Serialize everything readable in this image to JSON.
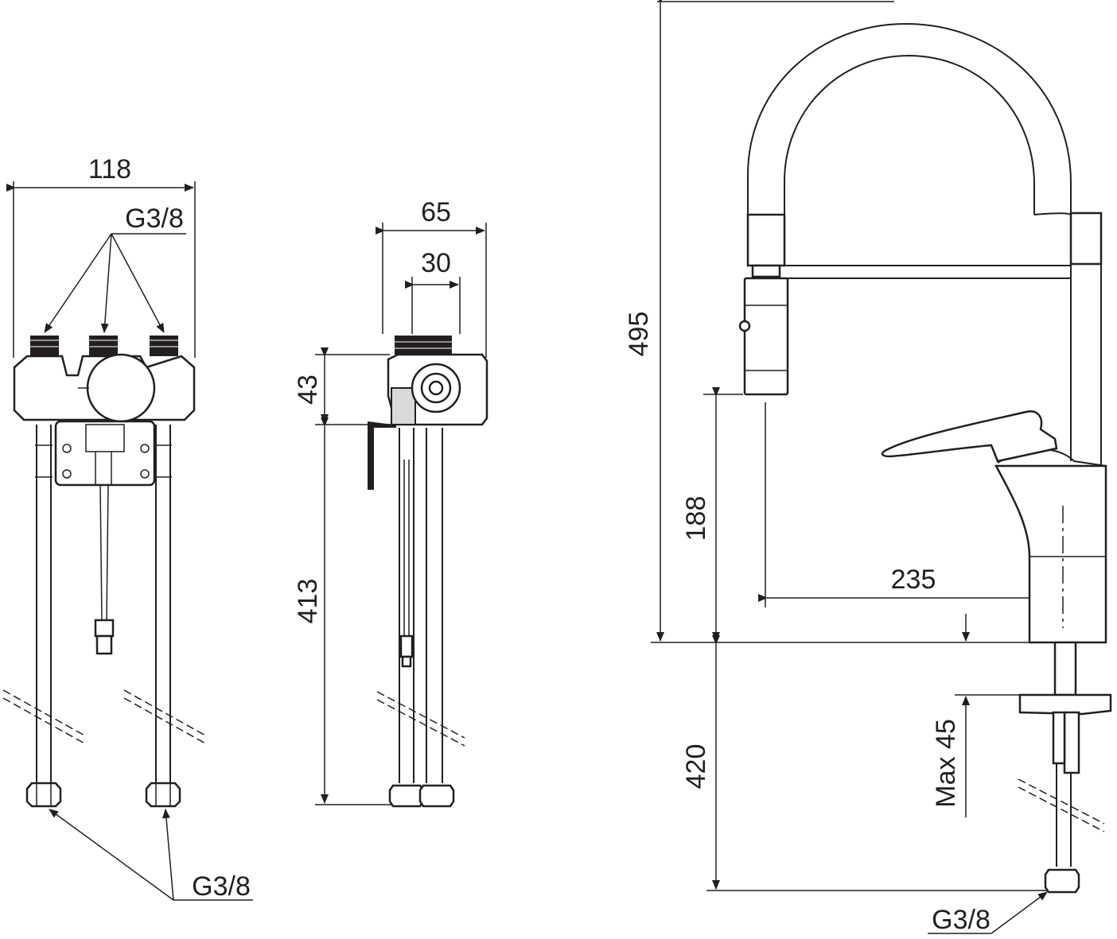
{
  "colors": {
    "line": "#231f20",
    "background": "#ffffff"
  },
  "front_view": {
    "width": "118",
    "top_connection": "G3/8",
    "bottom_connection": "G3/8"
  },
  "side_view": {
    "outer_width": "65",
    "inner_width": "30",
    "valve_height": "43",
    "hose_length": "413"
  },
  "faucet_view": {
    "total_height": "495",
    "spout_height": "188",
    "reach": "235",
    "hose_length": "420",
    "max_deck_thickness": "Max 45",
    "connection": "G3/8"
  }
}
